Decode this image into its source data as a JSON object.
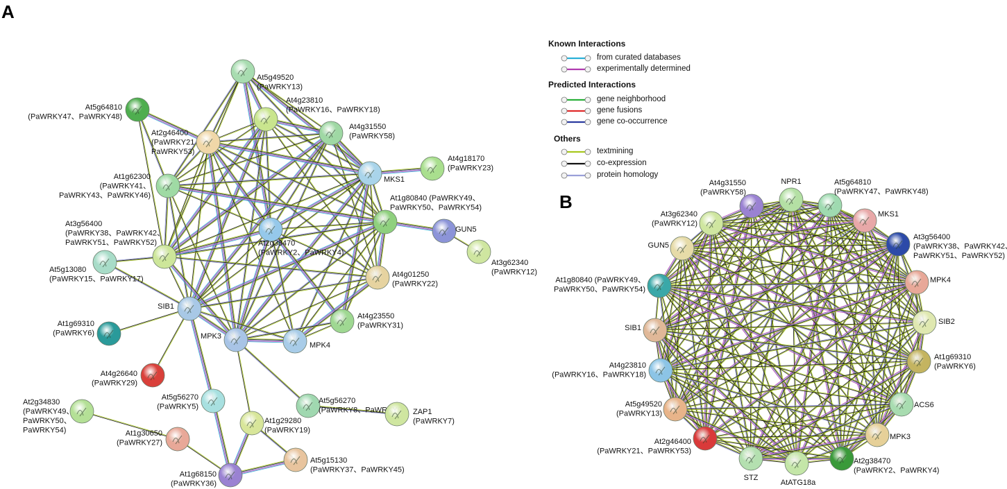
{
  "panel_a": {
    "letter": "A",
    "nodes": [
      {
        "id": "At5g49520",
        "lines": [
          "At5g49520",
          "(PaWRKY13)"
        ],
        "color": "#a8dcb0"
      },
      {
        "id": "At4g23810",
        "lines": [
          "At4g23810",
          "(PaWRKY16、PaWRKY18)"
        ],
        "color": "#c9e58e"
      },
      {
        "id": "At5g64810",
        "lines": [
          "At5g64810",
          "(PaWRKY47、PaWRKY48)"
        ],
        "color": "#4fae4f"
      },
      {
        "id": "At4g31550",
        "lines": [
          "At4g31550",
          "(PaWRKY58)"
        ],
        "color": "#9fd8a4"
      },
      {
        "id": "At2g46400",
        "lines": [
          "At2g46400",
          "(PaWRKY21",
          "PaWRKY53)"
        ],
        "color": "#f0d7a8"
      },
      {
        "id": "MKS1",
        "lines": [
          "MKS1"
        ],
        "color": "#a9d4ea"
      },
      {
        "id": "At4g18170",
        "lines": [
          "At4g18170",
          "(PaWRKY23)"
        ],
        "color": "#a9df8e"
      },
      {
        "id": "At1g62300",
        "lines": [
          "At1g62300",
          "(PaWRKY41、",
          "PaWRKY43、PaWRKY46)"
        ],
        "color": "#9fdaa4"
      },
      {
        "id": "At1g80840",
        "lines": [
          "At1g80840 (PaWRKY49、",
          "PaWRKY50、PaWRKY54)"
        ],
        "color": "#8fd07e"
      },
      {
        "id": "GUN5",
        "lines": [
          "GUN5"
        ],
        "color": "#8c94d8"
      },
      {
        "id": "At3g56400",
        "lines": [
          "At3g56400",
          "(PaWRKY38、PaWRKY42、",
          "PaWRKY51、PaWRKY52)"
        ],
        "color": "#cde69a"
      },
      {
        "id": "At2g38470",
        "lines": [
          "At2g38470",
          "(PaWRKY2、PaWRKY4)"
        ],
        "color": "#95c8ea"
      },
      {
        "id": "At3g62340",
        "lines": [
          "At3g62340",
          "(PaWRKY12)"
        ],
        "color": "#cfe6a0"
      },
      {
        "id": "At5g13080",
        "lines": [
          "At5g13080",
          "(PaWRKY15、PaWRKY17)"
        ],
        "color": "#a8dcc8"
      },
      {
        "id": "At4g01250",
        "lines": [
          "At4g01250",
          "(PaWRKY22)"
        ],
        "color": "#e6d3a0"
      },
      {
        "id": "SIB1",
        "lines": [
          "SIB1"
        ],
        "color": "#a8c8e6"
      },
      {
        "id": "At4g23550",
        "lines": [
          "At4g23550",
          "(PaWRKY31)"
        ],
        "color": "#9fd892"
      },
      {
        "id": "At1g69310",
        "lines": [
          "At1g69310",
          "(PaWRKY6)"
        ],
        "color": "#2a9a9a"
      },
      {
        "id": "MPK3",
        "lines": [
          "MPK3"
        ],
        "color": "#a8c4e6"
      },
      {
        "id": "MPK4",
        "lines": [
          "MPK4"
        ],
        "color": "#a8cce8"
      },
      {
        "id": "At4g26640",
        "lines": [
          "At4g26640",
          "(PaWRKY29)"
        ],
        "color": "#d9403a"
      },
      {
        "id": "At5g56270a",
        "lines": [
          "At5g56270",
          "(PaWRKY5)"
        ],
        "color": "#a8e0e0"
      },
      {
        "id": "At5g56270b",
        "lines": [
          "At5g56270",
          "(PaWRKY8、PaWRKY9)"
        ],
        "color": "#a0d8b0"
      },
      {
        "id": "ZAP1",
        "lines": [
          "ZAP1",
          "(PaWRKY7)"
        ],
        "color": "#cfe6a0"
      },
      {
        "id": "At2g34830",
        "lines": [
          "At2g34830",
          "(PaWRKY49、",
          "PaWRKY50、",
          "PaWRKY54)"
        ],
        "color": "#b4e096"
      },
      {
        "id": "At1g29280",
        "lines": [
          "At1g29280",
          "(PaWRKY19)"
        ],
        "color": "#d8e69a"
      },
      {
        "id": "At1g30650",
        "lines": [
          "At1g30650",
          "(PaWRKY27)"
        ],
        "color": "#e8a898"
      },
      {
        "id": "At5g15130",
        "lines": [
          "At5g15130",
          "(PaWRKY37、PaWRKY45)"
        ],
        "color": "#e8c49e"
      },
      {
        "id": "At1g68150",
        "lines": [
          "At1g68150",
          "(PaWRKY36)"
        ],
        "color": "#9a82d2"
      }
    ]
  },
  "panel_b": {
    "letter": "B",
    "nodes": [
      {
        "id": "At4g31550",
        "lines": [
          "At4g31550",
          "(PaWRKY58)"
        ],
        "color": "#9a82d2"
      },
      {
        "id": "NPR1",
        "lines": [
          "NPR1"
        ],
        "color": "#b4e0a4"
      },
      {
        "id": "At5g64810",
        "lines": [
          "At5g64810",
          "(PaWRKY47、PaWRKY48)"
        ],
        "color": "#9fdab0"
      },
      {
        "id": "MKS1",
        "lines": [
          "MKS1"
        ],
        "color": "#e8a8a8"
      },
      {
        "id": "At3g62340",
        "lines": [
          "At3g62340",
          "(PaWRKY12)"
        ],
        "color": "#cfe6a0"
      },
      {
        "id": "GUN5",
        "lines": [
          "GUN5"
        ],
        "color": "#e6dba8"
      },
      {
        "id": "At3g56400",
        "lines": [
          "At3g56400",
          "(PaWRKY38、PaWRKY42、",
          "PaWRKY51、PaWRKY52)"
        ],
        "color": "#2c4aa8"
      },
      {
        "id": "At1g80840",
        "lines": [
          "At1g80840 (PaWRKY49、",
          "PaWRKY50、PaWRKY54)"
        ],
        "color": "#3aa8a8"
      },
      {
        "id": "MPK4",
        "lines": [
          "MPK4"
        ],
        "color": "#e8a898"
      },
      {
        "id": "SIB2",
        "lines": [
          "SIB2"
        ],
        "color": "#dfe8b0"
      },
      {
        "id": "SIB1",
        "lines": [
          "SIB1"
        ],
        "color": "#e0b898"
      },
      {
        "id": "At1g69310",
        "lines": [
          "At1g69310",
          "(PaWRKY6)"
        ],
        "color": "#c4b460"
      },
      {
        "id": "At4g23810",
        "lines": [
          "At4g23810",
          "(PaWRKY16、PaWRKY18)"
        ],
        "color": "#8cc4e6"
      },
      {
        "id": "ACS6",
        "lines": [
          "ACS6"
        ],
        "color": "#a8dcb0"
      },
      {
        "id": "At5g49520",
        "lines": [
          "At5g49520",
          "(PaWRKY13)"
        ],
        "color": "#e8b48a"
      },
      {
        "id": "MPK3",
        "lines": [
          "MPK3"
        ],
        "color": "#e6d098"
      },
      {
        "id": "At2g46400",
        "lines": [
          "At2g46400",
          "(PaWRKY21、PaWRKY53)"
        ],
        "color": "#d93a3a"
      },
      {
        "id": "STZ",
        "lines": [
          "STZ"
        ],
        "color": "#b4e0b0"
      },
      {
        "id": "AtATG18a",
        "lines": [
          "AtATG18a"
        ],
        "color": "#c4e6a8"
      },
      {
        "id": "At2g38470",
        "lines": [
          "At2g38470",
          "(PaWRKY2、PaWRKY4)"
        ],
        "color": "#3a9a3a"
      }
    ]
  },
  "legend": {
    "known_title": "Known Interactions",
    "predicted_title": "Predicted Interactions",
    "others_title": "Others",
    "items": [
      {
        "label": "from curated databases",
        "color": "#2ab0d8"
      },
      {
        "label": "experimentally determined",
        "color": "#b03ab0"
      },
      {
        "label": "gene neighborhood",
        "color": "#2ab03a"
      },
      {
        "label": "gene fusions",
        "color": "#e02a2a"
      },
      {
        "label": "gene co-occurrence",
        "color": "#2a3aa0"
      },
      {
        "label": "textmining",
        "color": "#a8c81e"
      },
      {
        "label": "co-expression",
        "color": "#111111"
      },
      {
        "label": "protein homology",
        "color": "#9aa0d8"
      }
    ]
  }
}
